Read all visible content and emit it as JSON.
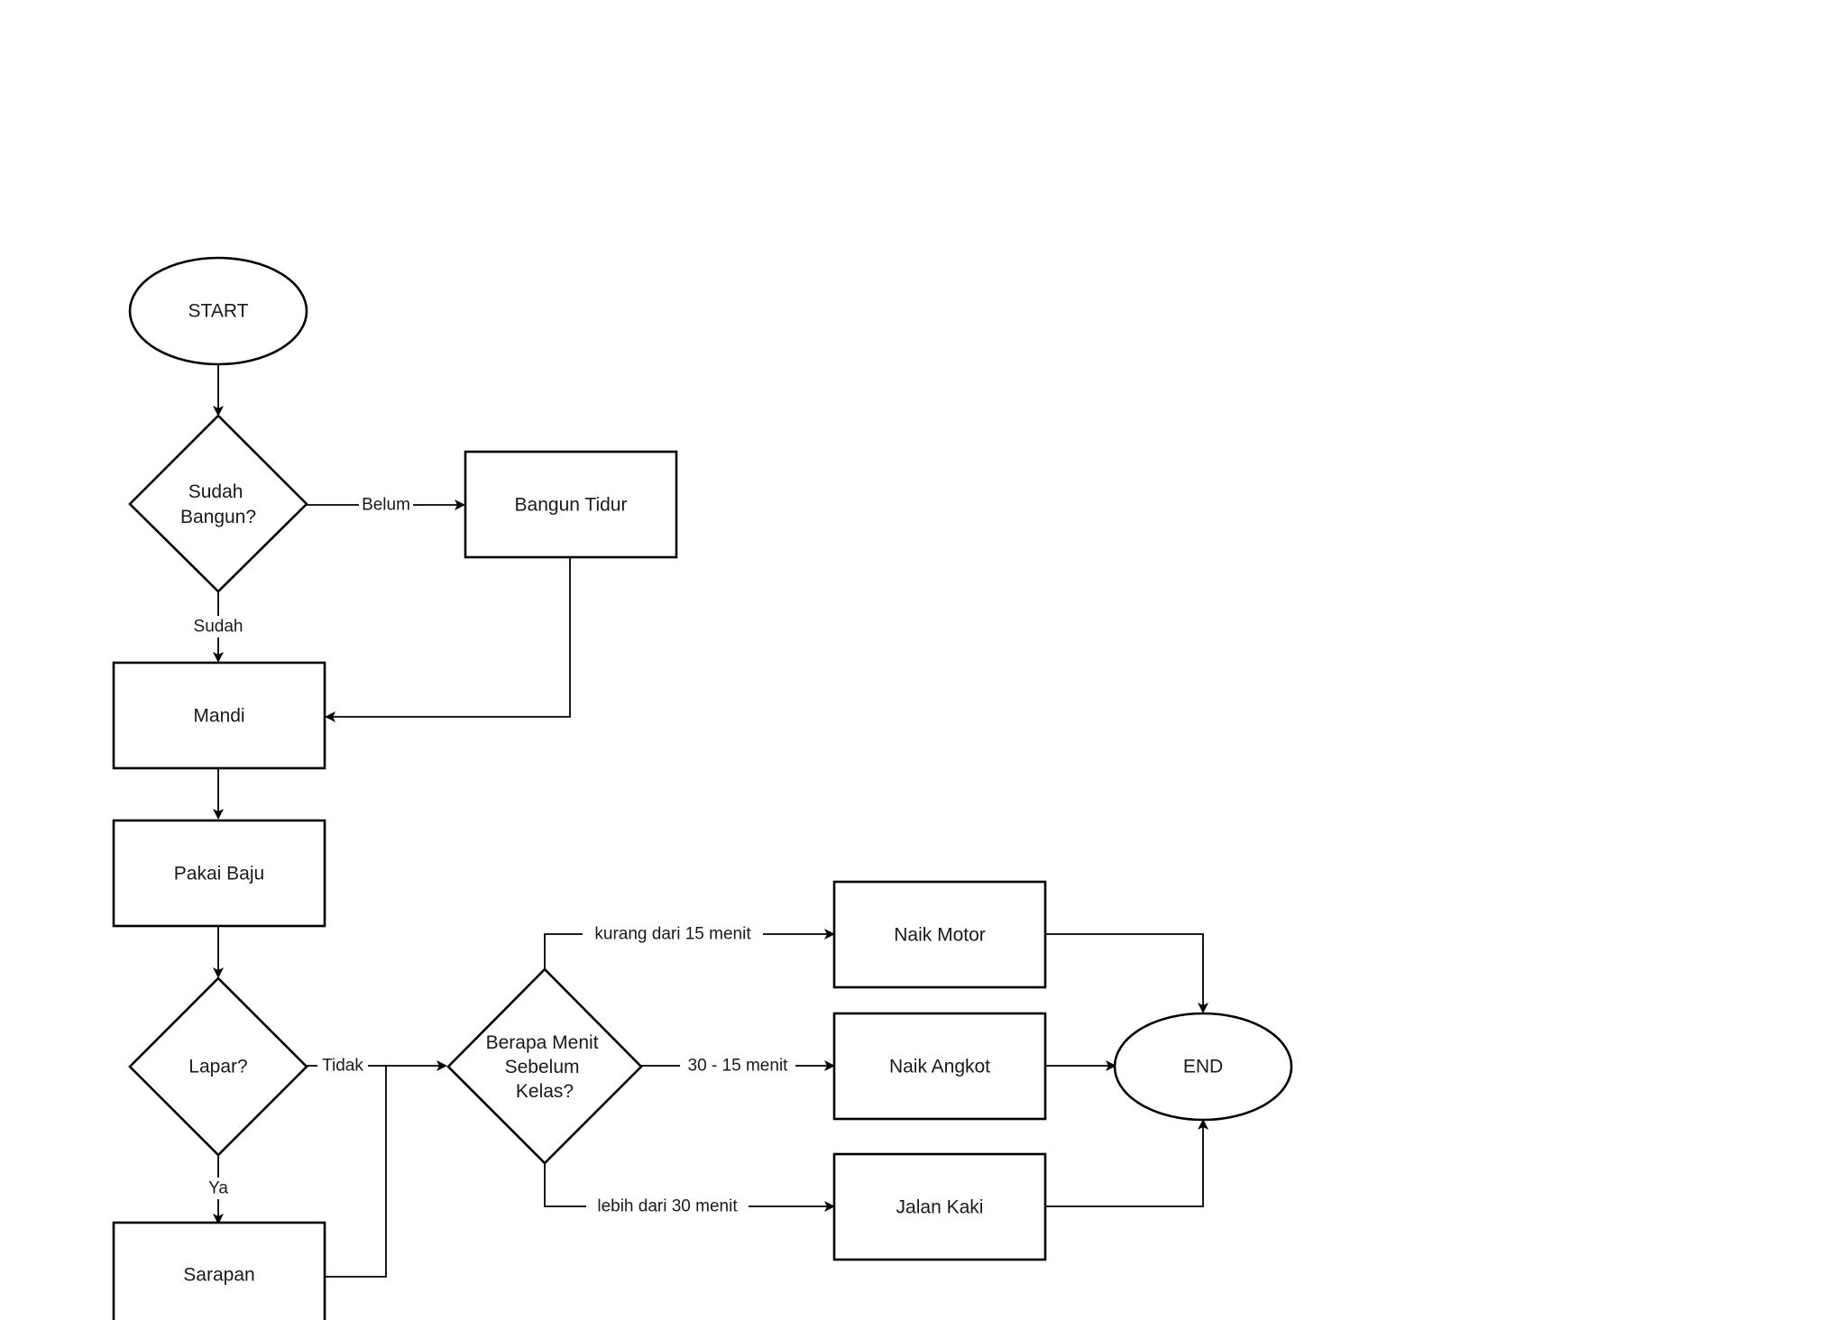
{
  "nodes": {
    "start": "START",
    "sudah_bangun": [
      "Sudah",
      "Bangun?"
    ],
    "bangun_tidur": "Bangun Tidur",
    "mandi": "Mandi",
    "pakai_baju": "Pakai Baju",
    "lapar": "Lapar?",
    "sarapan": "Sarapan",
    "berapa_menit": [
      "Berapa Menit",
      "Sebelum",
      "Kelas?"
    ],
    "naik_motor": "Naik Motor",
    "naik_angkot": "Naik Angkot",
    "jalan_kaki": "Jalan Kaki",
    "end": "END"
  },
  "edges": {
    "belum": "Belum",
    "sudah": "Sudah",
    "tidak": "Tidak",
    "ya": "Ya",
    "kurang_15": "kurang dari 15 menit",
    "menit_30_15": "30 - 15 menit",
    "lebih_30": "lebih dari 30 menit"
  },
  "colors": {
    "stroke": "#000000",
    "fill": "#ffffff",
    "text": "#1a1a1a"
  }
}
